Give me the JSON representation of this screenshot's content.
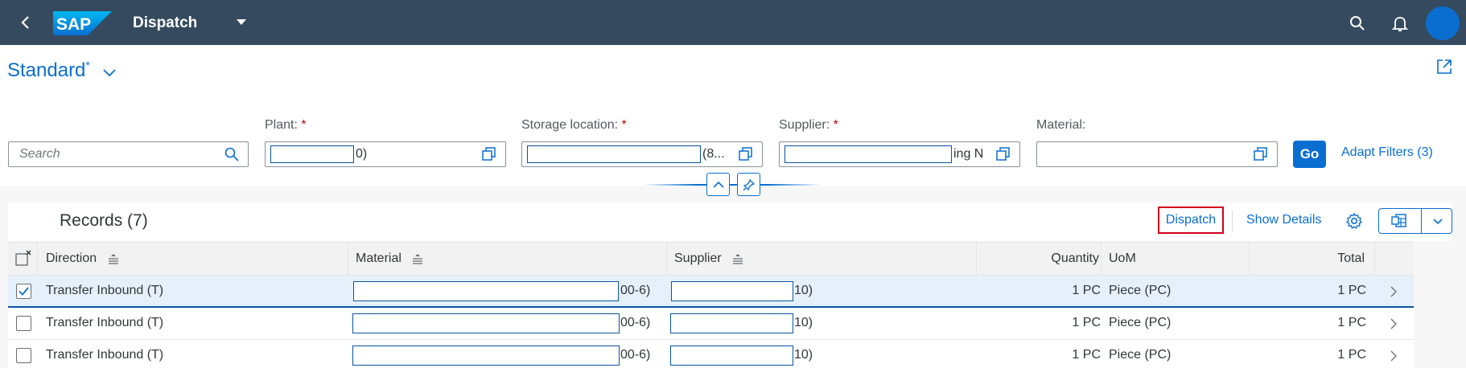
{
  "shell": {
    "title": "Dispatch",
    "logo_text": "SAP"
  },
  "variant": {
    "name": "Standard",
    "modified_mark": "*"
  },
  "filters": {
    "search_placeholder": "Search",
    "plant": {
      "label": "Plant:",
      "required": "*",
      "tail": "0)"
    },
    "storage": {
      "label": "Storage location:",
      "required": "*",
      "tail": "(8..."
    },
    "supplier": {
      "label": "Supplier:",
      "required": "*",
      "tail": "ing N"
    },
    "material": {
      "label": "Material:"
    },
    "go_label": "Go",
    "adapt_label": "Adapt Filters (3)"
  },
  "table": {
    "title": "Records (7)",
    "dispatch_label": "Dispatch",
    "details_label": "Show Details",
    "columns": {
      "direction": "Direction",
      "material": "Material",
      "supplier": "Supplier",
      "quantity": "Quantity",
      "uom": "UoM",
      "total": "Total"
    },
    "rows": [
      {
        "direction": "Transfer Inbound (T)",
        "material_tail": "00-6)",
        "supplier_tail": "10)",
        "quantity": "1 PC",
        "uom": "Piece (PC)",
        "total": "1 PC",
        "selected": true
      },
      {
        "direction": "Transfer Inbound (T)",
        "material_tail": "00-6)",
        "supplier_tail": "10)",
        "quantity": "1 PC",
        "uom": "Piece (PC)",
        "total": "1 PC",
        "selected": false
      },
      {
        "direction": "Transfer Inbound (T)",
        "material_tail": "00-6)",
        "supplier_tail": "10)",
        "quantity": "1 PC",
        "uom": "Piece (PC)",
        "total": "1 PC",
        "selected": false
      }
    ]
  },
  "colors": {
    "shell": "#354a5f",
    "accent": "#0a6ed1",
    "highlight": "#d0021b"
  }
}
